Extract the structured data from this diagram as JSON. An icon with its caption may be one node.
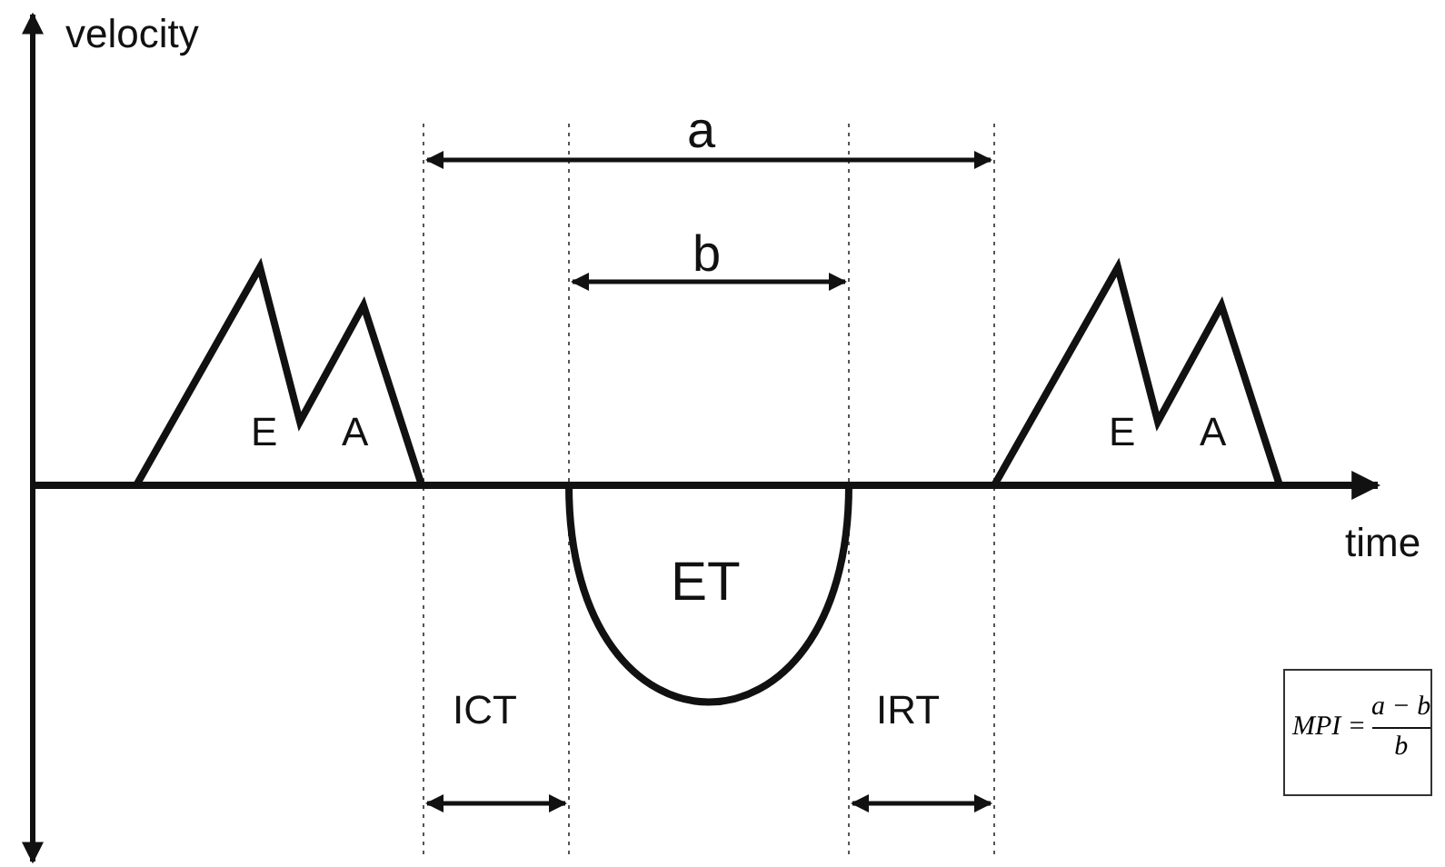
{
  "diagram": {
    "nodes": [
      {
        "text": [
          "E",
          "A"
        ]
      },
      {
        "text": [
          "ET"
        ]
      },
      {
        "text": [
          "E",
          "A"
        ]
      },
      {
        "text": [
          "MPI =",
          "a − b",
          "b"
        ]
      }
    ],
    "labels": [
      "velocity",
      "a",
      "b",
      "time",
      "ICT",
      "IRT"
    ]
  }
}
